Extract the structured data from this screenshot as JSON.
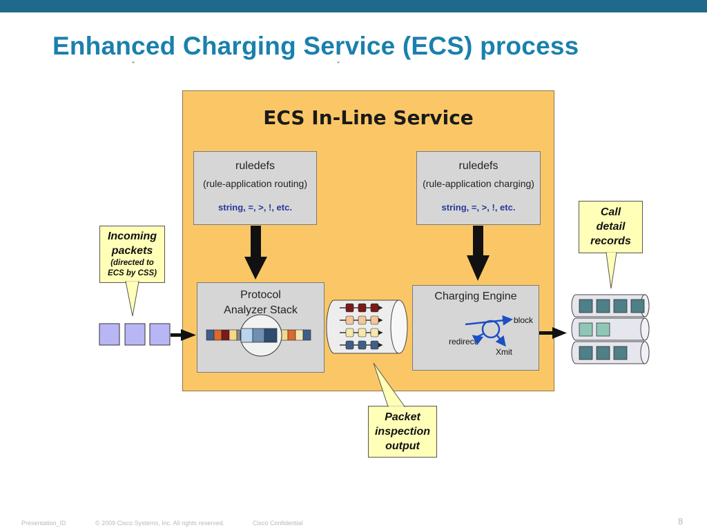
{
  "slide": {
    "title": "Enhanced Charging Service (ECS) process"
  },
  "service": {
    "title": "ECS In-Line Service"
  },
  "rules_routing": {
    "heading": "ruledefs",
    "subtitle": "(rule-application routing)",
    "operators": "string, =, >, !, etc."
  },
  "rules_charging": {
    "heading": "ruledefs",
    "subtitle": "(rule-application charging)",
    "operators": "string, =, >, !, etc."
  },
  "protocol": {
    "line1": "Protocol",
    "line2": "Analyzer Stack"
  },
  "engine": {
    "title": "Charging Engine",
    "block_label": "block",
    "redirect_label": "redirect",
    "xmit_label": "Xmit"
  },
  "callouts": {
    "incoming": {
      "line1": "Incoming",
      "line2": "packets",
      "line3": "(directed to",
      "line4": "ECS by CSS)"
    },
    "call_detail": {
      "line1": "Call",
      "line2": "detail",
      "line3": "records"
    },
    "inspection": {
      "line1": "Packet",
      "line2": "inspection",
      "line3": "output"
    }
  },
  "footer": {
    "presentation_id": "Presentation_ID",
    "copyright": "© 2009 Cisco Systems, Inc. All rights reserved.",
    "confidential": "Cisco Confidential",
    "page_number": "8"
  },
  "colors": {
    "top_bar": "#1f6a8c",
    "title": "#1a80ad",
    "service_box": "#fbc766",
    "gray_box": "#d6d6d6",
    "callout": "#ffffb8",
    "operators_text": "#24389c",
    "incoming_packet": "#b8b6f4",
    "record_cell": "#4f7f87",
    "record_cell_light": "#8fc6b6"
  }
}
